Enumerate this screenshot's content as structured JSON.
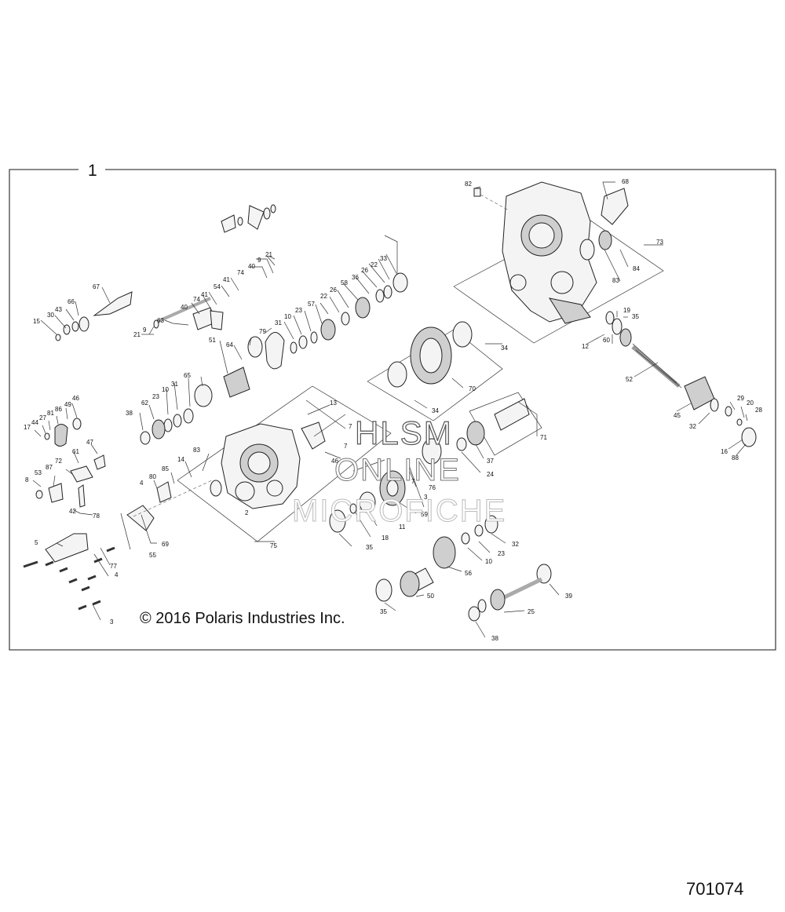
{
  "assembly_label": "1",
  "copyright": "© 2016 Polaris Industries Inc.",
  "document_number": "701074",
  "watermark": {
    "line1": "HLSM",
    "line2": "ONLINE",
    "line3": "MICROFICHE"
  },
  "callouts": [
    "1",
    "3",
    "4",
    "5",
    "7",
    "8",
    "9",
    "10",
    "11",
    "12",
    "13",
    "14",
    "15",
    "16",
    "17",
    "18",
    "19",
    "20",
    "21",
    "22",
    "23",
    "24",
    "25",
    "26",
    "27",
    "28",
    "29",
    "30",
    "31",
    "32",
    "33",
    "34",
    "35",
    "36",
    "37",
    "38",
    "39",
    "40",
    "41",
    "42",
    "43",
    "44",
    "45",
    "46",
    "47",
    "49",
    "50",
    "51",
    "52",
    "53",
    "54",
    "55",
    "56",
    "57",
    "58",
    "59",
    "60",
    "61",
    "62",
    "63",
    "64",
    "65",
    "66",
    "67",
    "68",
    "69",
    "70",
    "71",
    "72",
    "73",
    "74",
    "75",
    "76",
    "77",
    "78",
    "79",
    "80",
    "81",
    "82",
    "83",
    "84",
    "85",
    "86",
    "87",
    "88"
  ]
}
